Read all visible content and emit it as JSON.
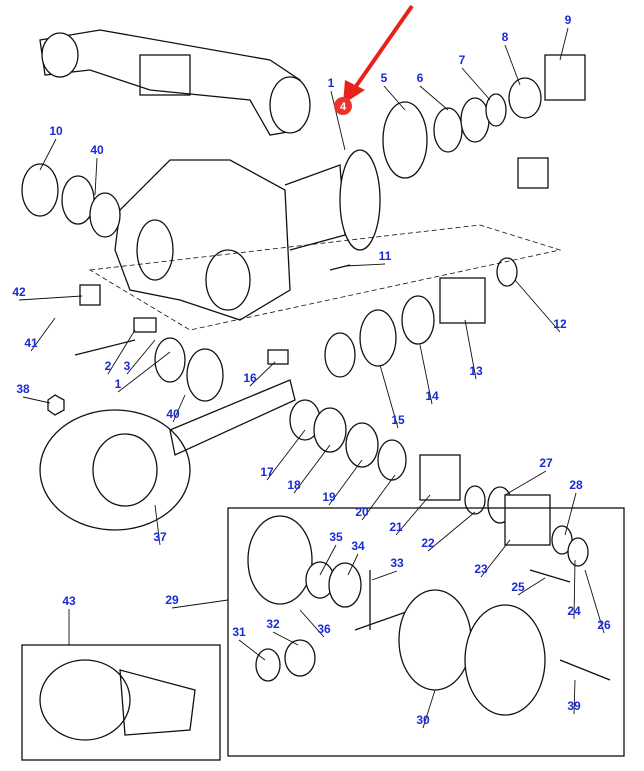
{
  "diagram": {
    "callouts": [
      "1",
      "5",
      "6",
      "7",
      "8",
      "9",
      "10",
      "40",
      "11",
      "42",
      "41",
      "2",
      "3",
      "1",
      "12",
      "13",
      "14",
      "15",
      "16",
      "38",
      "40",
      "17",
      "18",
      "19",
      "20",
      "21",
      "22",
      "27",
      "28",
      "23",
      "25",
      "24",
      "26",
      "37",
      "29",
      "35",
      "34",
      "33",
      "31",
      "32",
      "36",
      "30",
      "39",
      "43"
    ],
    "highlight_marker": {
      "label": "4",
      "color": "#e8362d"
    },
    "arrow_color": "#e8211b",
    "label_color": "#1a2bd6",
    "insets": [
      "axle-overview",
      "seal-detail",
      "differential-assembly",
      "housing-assembled-view"
    ]
  }
}
